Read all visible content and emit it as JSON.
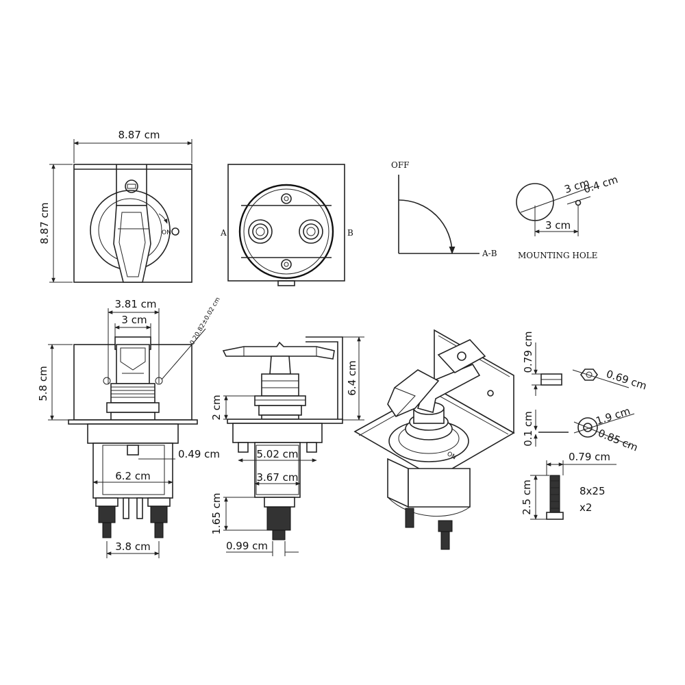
{
  "front_view": {
    "width_label": "8.87 cm",
    "height_label": "8.87 cm",
    "on_label": "ON"
  },
  "rear_view": {
    "terminal_a_label": "A",
    "terminal_b_label": "B"
  },
  "switch_diagram": {
    "off_label": "OFF",
    "ab_label": "A-B"
  },
  "mounting_hole": {
    "diameter_label": "3 cm",
    "small_hole_label": "0.4 cm",
    "offset_label": "3 cm",
    "caption": "MOUNTING HOLE"
  },
  "side_view_1": {
    "overall_width_label": "3.81 cm",
    "inner_width_label": "3 cm",
    "tolerance_label": "0.20.82±0.02 cm",
    "height_label": "5.8 cm",
    "gap_label": "0.49 cm",
    "body_width_label": "6.2 cm",
    "terminal_spacing_label": "3.8 cm"
  },
  "side_view_2": {
    "height_label": "6.4 cm",
    "thread_label": "2 cm",
    "body_width_label": "5.02 cm",
    "inner_width_label": "3.67 cm",
    "stud_length_label": "1.65 cm",
    "stud_width_label": "0.99 cm"
  },
  "hardware": {
    "nut_height_label": "0.79 cm",
    "nut_width_label": "0.69 cm",
    "washer_thickness_label": "0.1 cm",
    "washer_outer_label": "1.9 cm",
    "washer_inner_label": "0.85 cm",
    "bolt_head_label": "0.79 cm",
    "bolt_length_label": "2.5 cm",
    "bolt_spec_label": "8x25",
    "bolt_qty_label": "x2"
  }
}
